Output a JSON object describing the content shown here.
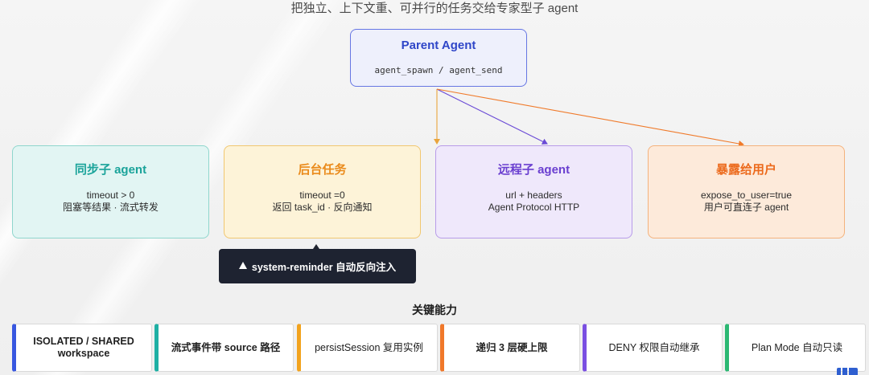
{
  "subtitle": "把独立、上下文重、可并行的任务交给专家型子 agent",
  "parent_agent": {
    "title": "Parent Agent",
    "methods": "agent_spawn / agent_send",
    "accent": "#2f46c8"
  },
  "modes": [
    {
      "title": "同步子 agent",
      "line1": "timeout > 0",
      "line2": "阻塞等结果 · 流式转发",
      "accent": "#1aa39a"
    },
    {
      "title": "后台任务",
      "line1": "timeout =0",
      "line2": "返回 task_id · 反向通知",
      "accent": "#ea8a1a"
    },
    {
      "title": "远程子 agent",
      "line1": "url + headers",
      "line2": "Agent Protocol HTTP",
      "accent": "#6a3fd0"
    },
    {
      "title": "暴露给用户",
      "line1": "expose_to_user=true",
      "line2": "用户可直连子 agent",
      "accent": "#ec6a1c"
    }
  ],
  "arrow_colors": {
    "to_background_task": "#e9a43c",
    "to_remote": "#6a4ad6",
    "to_expose": "#f07a2a"
  },
  "reminder": {
    "icon": "triangle-up-icon",
    "text": "system-reminder 自动反向注入"
  },
  "capabilities": {
    "heading": "关键能力",
    "items": [
      {
        "label": "ISOLATED / SHARED workspace",
        "accent": "#3857e0"
      },
      {
        "label": "流式事件带 source 路径",
        "accent": "#1fb0a4"
      },
      {
        "label": "persistSession 复用实例",
        "accent": "#f2a31e"
      },
      {
        "label": "递归 3 层硬上限",
        "accent": "#f0782a"
      },
      {
        "label": "DENY 权限自动继承",
        "accent": "#7a4fe2"
      },
      {
        "label": "Plan Mode 自动只读",
        "accent": "#2cb873"
      }
    ]
  }
}
